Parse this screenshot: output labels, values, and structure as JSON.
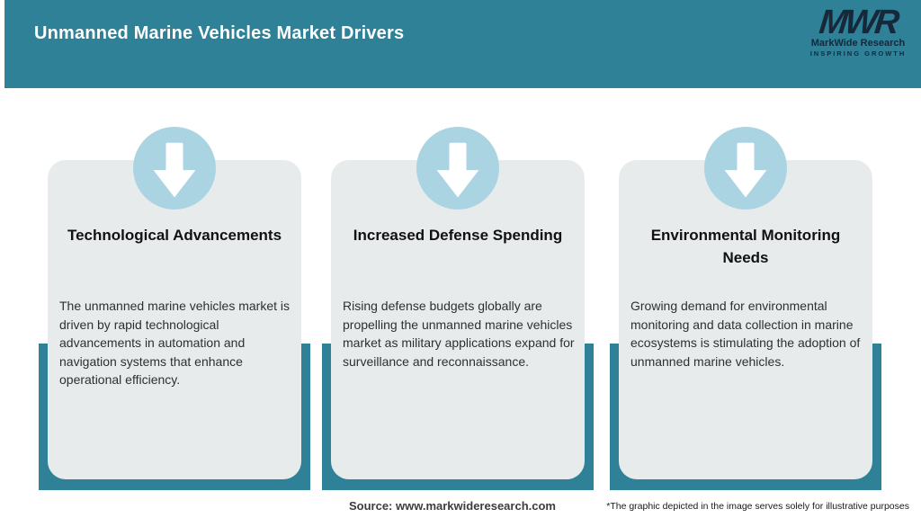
{
  "header": {
    "title": "Unmanned Marine Vehicles Market Drivers",
    "logo": {
      "monogram": "MWR",
      "name": "MarkWide Research",
      "tagline": "INSPIRING GROWTH"
    }
  },
  "cards": [
    {
      "icon": "arrow-down-icon",
      "title": "Technological Advancements",
      "body": "The unmanned marine vehicles market is driven by rapid technological advancements in automation and navigation systems that enhance operational efficiency."
    },
    {
      "icon": "arrow-down-icon",
      "title": "Increased Defense Spending",
      "body": "Rising defense budgets globally are propelling the unmanned marine vehicles market as military applications expand for surveillance and reconnaissance."
    },
    {
      "icon": "arrow-down-icon",
      "title": "Environmental Monitoring Needs",
      "body": "Growing demand for environmental monitoring and data collection in marine ecosystems is stimulating the adoption of unmanned marine vehicles."
    }
  ],
  "footer": {
    "source": "Source: www.markwideresearch.com",
    "disclaimer": "*The graphic depicted in the image serves solely for illustrative purposes"
  },
  "colors": {
    "teal": "#2e8196",
    "light_blue": "#abd4e2",
    "card_bg": "#e8ebec",
    "logo_navy": "#16283a"
  }
}
